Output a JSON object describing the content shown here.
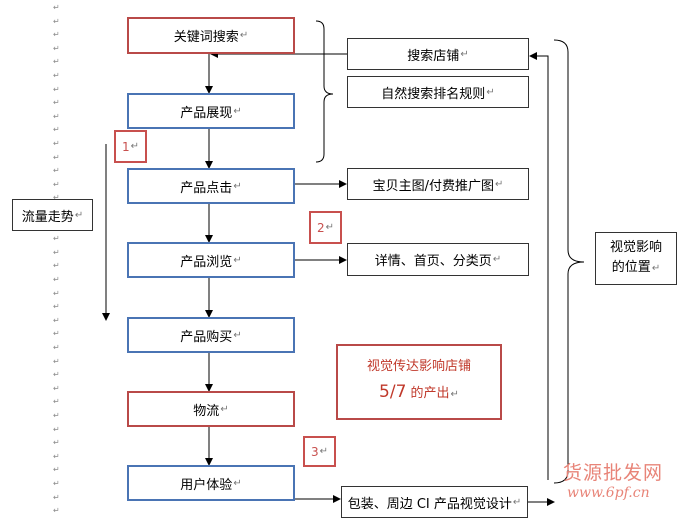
{
  "flow": {
    "keyword_search": "关键词搜索",
    "product_display": "产品展现",
    "product_click": "产品点击",
    "product_browse": "产品浏览",
    "product_purchase": "产品购买",
    "logistics": "物流",
    "user_experience": "用户体验"
  },
  "side": {
    "search_store": "搜索店铺",
    "natural_rank": "自然搜索排名规则",
    "main_images": "宝贝主图/付费推广图",
    "detail_pages": "详情、首页、分类页",
    "packaging": "包装、周边 CI 产品视觉设计"
  },
  "labels": {
    "traffic_trend": "流量走势",
    "visual_position_line1": "视觉影响",
    "visual_position_line2": "的位置"
  },
  "markers": {
    "m1": "1",
    "m2": "2",
    "m3": "3"
  },
  "note": {
    "line1": "视觉传达影响店铺",
    "line2_num": "5/7",
    "line2_text": " 的产出"
  },
  "watermark": {
    "line1": "货源批发网",
    "line2": "www.6pf.cn"
  },
  "paragraph_mark": "↵",
  "colors": {
    "blue": "#4a74b4",
    "red": "#b94a48",
    "note_red": "#c0392b"
  }
}
